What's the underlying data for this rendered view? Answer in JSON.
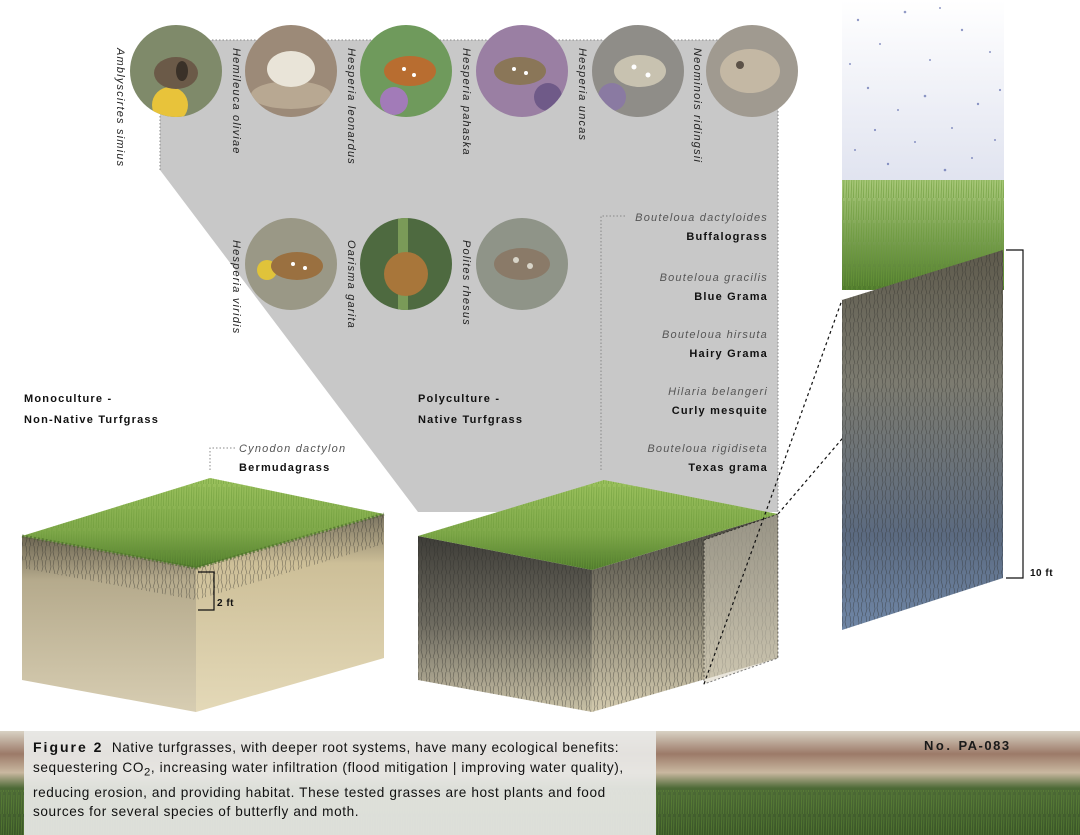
{
  "butterflies": [
    {
      "name": "Amblyscirtes simius",
      "bg": "#7f8a6a",
      "wing": "#6b5a48",
      "accent": "#e8c33a"
    },
    {
      "name": "Hemileuca oliviae",
      "bg": "#9c8a78",
      "wing": "#e9e4d8",
      "accent": "#b8a892"
    },
    {
      "name": "Hesperia leonardus",
      "bg": "#6f9a5c",
      "wing": "#b86d30",
      "accent": "#a27bb8"
    },
    {
      "name": "Hesperia pahaska",
      "bg": "#9a7fa3",
      "wing": "#8a7658",
      "accent": "#6f5a88"
    },
    {
      "name": "Hesperia uncas",
      "bg": "#8f8d88",
      "wing": "#c8c2b0",
      "accent": "#8a7aa2"
    },
    {
      "name": "Neominois ridingsii",
      "bg": "#a09a90",
      "wing": "#c4b8a4",
      "accent": "#5c5248"
    },
    {
      "name": "Hesperia viridis",
      "bg": "#9a9886",
      "wing": "#9a7040",
      "accent": "#e0c33a"
    },
    {
      "name": "Oarisma garita",
      "bg": "#4e6a40",
      "wing": "#a8763a",
      "accent": "#7a9a58"
    },
    {
      "name": "Polites rhesus",
      "bg": "#8f9488",
      "wing": "#8a7a68",
      "accent": "#d8d4c8"
    }
  ],
  "native_grasses": [
    {
      "scientific": "Bouteloua dactyloides",
      "common": "Buffalograss"
    },
    {
      "scientific": "Bouteloua gracilis",
      "common": "Blue Grama"
    },
    {
      "scientific": "Bouteloua hirsuta",
      "common": "Hairy Grama"
    },
    {
      "scientific": "Hilaria belangeri",
      "common": "Curly mesquite"
    },
    {
      "scientific": "Bouteloua rigidiseta",
      "common": "Texas grama"
    }
  ],
  "monoculture": {
    "label_line1": "Monoculture -",
    "label_line2": "Non-Native Turfgrass",
    "scientific": "Cynodon dactylon",
    "common": "Bermudagrass",
    "depth": "2 ft"
  },
  "polyculture": {
    "label_line1": "Polyculture -",
    "label_line2": "Native Turfgrass",
    "depth": "10 ft"
  },
  "caption": {
    "figure_label": "Figure 2",
    "text_before_sub": "Native turfgrasses, with deeper root systems, have many ecological benefits: sequestering CO",
    "subscript": "2",
    "text_after_sub": ", increasing water infiltration (flood mitigation | improving water quality), reducing erosion, and providing habitat.  These tested grasses are host plants and food sources for several species of butterfly and moth."
  },
  "plate": {
    "no_label": "No.",
    "number": "PA-083"
  },
  "colors": {
    "grass": "#7fa84a",
    "grass_dark": "#4f7a2c",
    "soil_light": "#d9cfb0",
    "soil_mid": "#a89c7e",
    "soil_dark": "#6b6558",
    "panel_gray": "#c8c8c8",
    "water_blue": "#3a4a9a"
  }
}
